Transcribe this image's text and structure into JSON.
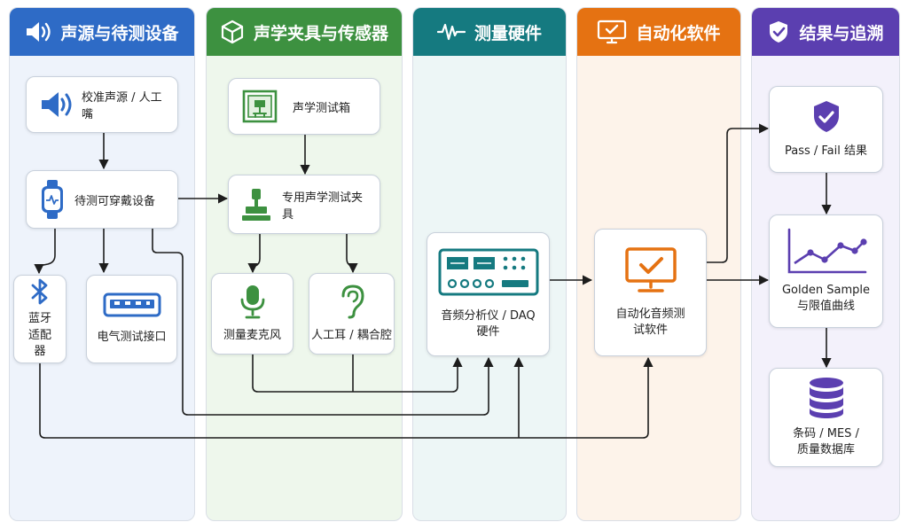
{
  "lanes": {
    "source": {
      "title": "声源与待测设备",
      "icon": "speaker-icon",
      "color": "#2e6bc6"
    },
    "fixture": {
      "title": "声学夹具与传感器",
      "icon": "cube-icon",
      "color": "#3d9140"
    },
    "hardware": {
      "title": "测量硬件",
      "icon": "waveform-icon",
      "color": "#157a80"
    },
    "software": {
      "title": "自动化软件",
      "icon": "monitor-check-icon",
      "color": "#e57212"
    },
    "result": {
      "title": "结果与追溯",
      "icon": "shield-check-icon",
      "color": "#5b3fb0"
    }
  },
  "nodes": {
    "calibrated_source": {
      "label": "校准声源 / 人工嘴",
      "icon": "speaker-icon"
    },
    "wearable_dut": {
      "label": "待测可穿戴设备",
      "icon": "smartwatch-icon"
    },
    "bluetooth_adapter": {
      "label": "蓝牙适配器",
      "icon": "bluetooth-icon"
    },
    "electrical_interface": {
      "label": "电气测试接口",
      "icon": "usb-connector-icon"
    },
    "acoustic_box": {
      "label": "声学测试箱",
      "icon": "test-box-icon"
    },
    "acoustic_fixture": {
      "label": "专用声学测试夹具",
      "icon": "fixture-clamp-icon"
    },
    "measurement_mic": {
      "label": "测量麦克风",
      "icon": "microphone-icon"
    },
    "artificial_ear": {
      "label": "人工耳 / 耦合腔",
      "icon": "ear-icon"
    },
    "audio_analyzer": {
      "label": "音频分析仪 / DAQ 硬件",
      "icon": "analyzer-icon"
    },
    "automation_software": {
      "label": "自动化音频测试软件",
      "icon": "monitor-check-icon"
    },
    "pass_fail": {
      "label": "Pass / Fail 结果",
      "icon": "shield-check-icon"
    },
    "golden_sample": {
      "label": "Golden Sample 与限值曲线",
      "icon": "line-graph-icon"
    },
    "database": {
      "label": "条码 / MES / 质量数据库",
      "icon": "database-icon"
    }
  }
}
